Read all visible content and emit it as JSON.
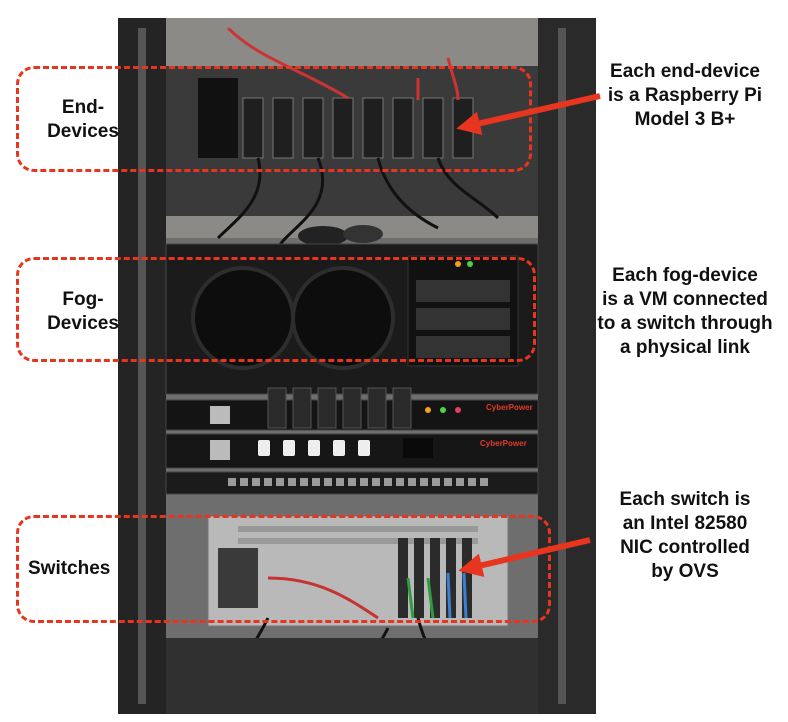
{
  "labels": {
    "end_devices": [
      "End-",
      "Devices"
    ],
    "fog_devices": [
      "Fog-",
      "Devices"
    ],
    "switches": "Switches"
  },
  "annotations": {
    "end_device": [
      "Each end-device",
      "is a Raspberry Pi",
      "Model 3 B+"
    ],
    "fog_device": [
      "Each fog-device",
      "is a VM connected",
      "to a switch through",
      "a physical link"
    ],
    "switch": [
      "Each switch is",
      "an Intel 82580",
      "NIC controlled",
      "by OVS"
    ]
  },
  "brand_text": [
    "CyberPower",
    "CyberPower"
  ],
  "colors": {
    "highlight": "#e8351f",
    "frame": "#2a2a2a"
  }
}
